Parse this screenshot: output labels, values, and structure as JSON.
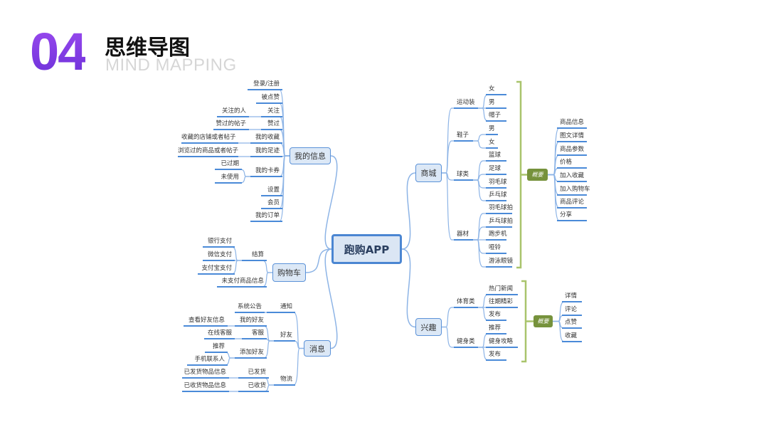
{
  "header": {
    "number": "04",
    "title": "思维导图",
    "subtitle": "MIND MAPPING"
  },
  "colors": {
    "accent": "#7b3fe4",
    "line": "#4a8ad8",
    "summary": "#76923c",
    "bracket": "#a9c46c"
  },
  "mindmap": {
    "root": "跑购APP",
    "branches": [
      {
        "label": "我的信息",
        "children": [
          {
            "label": "登录/注册"
          },
          {
            "label": "被点赞"
          },
          {
            "label": "关注",
            "children": [
              {
                "label": "关注的人"
              }
            ]
          },
          {
            "label": "赞过",
            "children": [
              {
                "label": "赞过的帖子"
              }
            ]
          },
          {
            "label": "我的收藏",
            "children": [
              {
                "label": "收藏的店铺或者帖子"
              }
            ]
          },
          {
            "label": "我的足迹",
            "children": [
              {
                "label": "浏览过的商品或者帖子"
              }
            ]
          },
          {
            "label": "我的卡券",
            "children": [
              {
                "label": "已过期"
              },
              {
                "label": "未使用"
              }
            ]
          },
          {
            "label": "设置"
          },
          {
            "label": "会员"
          },
          {
            "label": "我的订单"
          }
        ]
      },
      {
        "label": "购物车",
        "children": [
          {
            "label": "结算",
            "children": [
              {
                "label": "银行支付"
              },
              {
                "label": "微信支付"
              },
              {
                "label": "支付宝支付"
              }
            ]
          },
          {
            "label": "未支付商品信息"
          }
        ]
      },
      {
        "label": "消息",
        "children": [
          {
            "label": "通知",
            "children": [
              {
                "label": "系统公告"
              }
            ]
          },
          {
            "label": "好友",
            "children": [
              {
                "label": "我的好友",
                "children": [
                  {
                    "label": "查看好友信息"
                  }
                ]
              },
              {
                "label": "客服",
                "children": [
                  {
                    "label": "在线客服"
                  }
                ]
              },
              {
                "label": "添加好友",
                "children": [
                  {
                    "label": "推荐"
                  },
                  {
                    "label": "手机联系人"
                  }
                ]
              }
            ]
          },
          {
            "label": "物流",
            "children": [
              {
                "label": "已发货",
                "children": [
                  {
                    "label": "已发货物品信息"
                  }
                ]
              },
              {
                "label": "已收货",
                "children": [
                  {
                    "label": "已收货物品信息"
                  }
                ]
              }
            ]
          }
        ]
      },
      {
        "label": "商城",
        "children": [
          {
            "label": "运动装",
            "children": [
              {
                "label": "女"
              },
              {
                "label": "男"
              },
              {
                "label": "帽子"
              }
            ]
          },
          {
            "label": "鞋子",
            "children": [
              {
                "label": "男"
              },
              {
                "label": "女"
              }
            ]
          },
          {
            "label": "球类",
            "children": [
              {
                "label": "篮球"
              },
              {
                "label": "足球"
              },
              {
                "label": "羽毛球"
              },
              {
                "label": "乒乓球"
              }
            ]
          },
          {
            "label": "器材",
            "children": [
              {
                "label": "羽毛球拍"
              },
              {
                "label": "乒乓球拍"
              },
              {
                "label": "跑步机"
              },
              {
                "label": "哑铃"
              },
              {
                "label": "游泳眼镜"
              }
            ]
          }
        ],
        "summary": {
          "label": "概要",
          "items": [
            "商品信息",
            "图文详情",
            "商品参数",
            "价格",
            "加入收藏",
            "加入购物车",
            "商品评论",
            "分享"
          ]
        }
      },
      {
        "label": "兴趣",
        "children": [
          {
            "label": "体育类",
            "children": [
              {
                "label": "热门新闻"
              },
              {
                "label": "往期精彩"
              },
              {
                "label": "发布"
              }
            ]
          },
          {
            "label": "健身类",
            "children": [
              {
                "label": "推荐"
              },
              {
                "label": "健身攻略"
              },
              {
                "label": "发布"
              }
            ]
          }
        ],
        "summary": {
          "label": "概要",
          "items": [
            "详情",
            "评论",
            "点赞",
            "收藏"
          ]
        }
      }
    ]
  }
}
